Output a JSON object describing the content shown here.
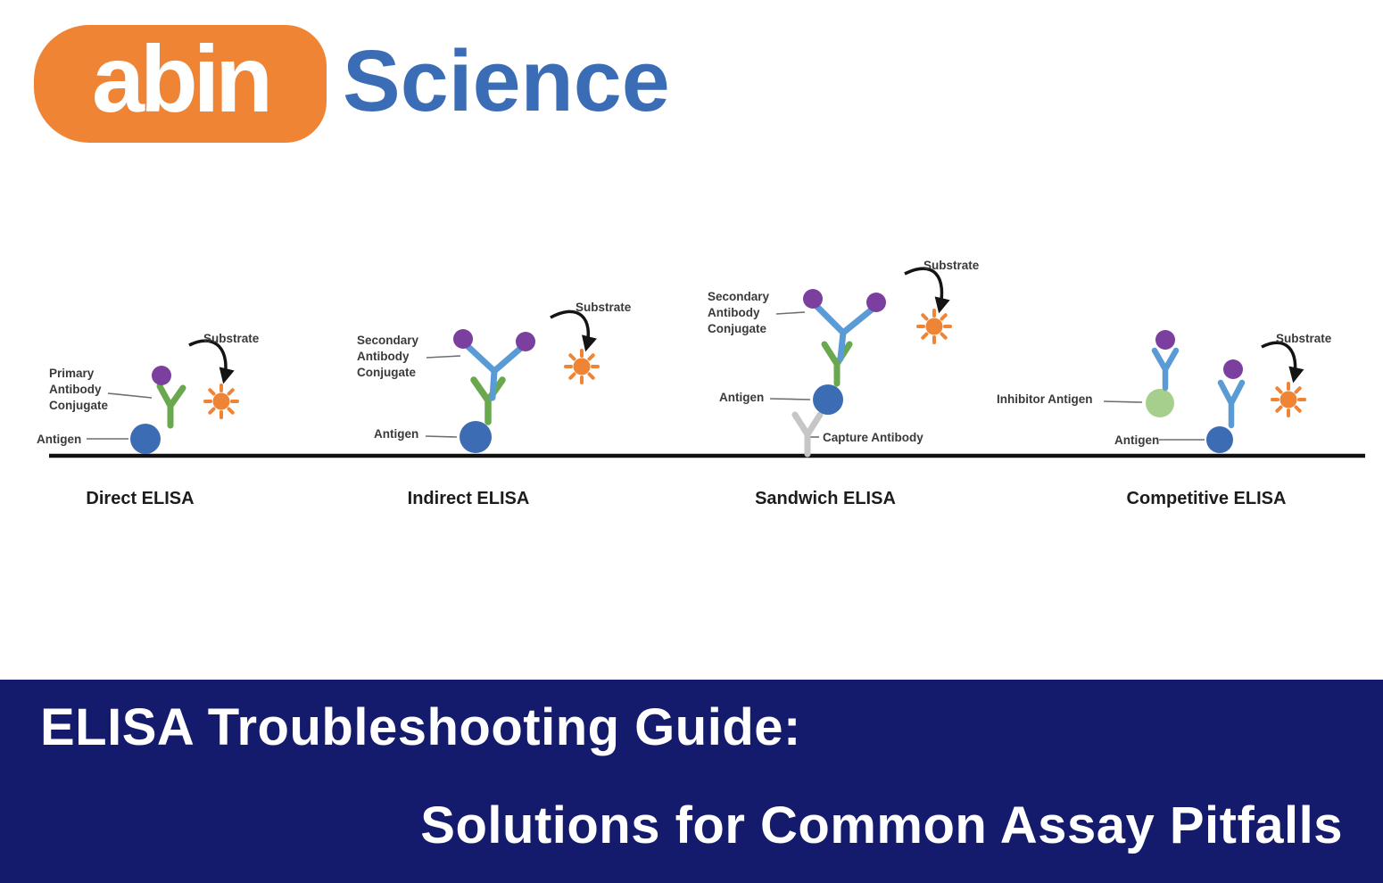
{
  "logo": {
    "brand": "abin",
    "suffix": "Science"
  },
  "colors": {
    "brand_orange": "#EE8434",
    "brand_blue": "#3A6DB6",
    "banner_navy": "#141B6D",
    "antibody_green": "#6AA84F",
    "antibody_blue": "#5B9BD5",
    "antigen_blue": "#3C6CB4",
    "inhibitor_green": "#A6CF8D",
    "capture_gray": "#C6C6C6",
    "conjugate_purple": "#7B3F9F",
    "substrate_orange": "#EE8434"
  },
  "diagrams": [
    {
      "title": "Direct ELISA",
      "labels": {
        "antibody": "Primary\nAntibody\nConjugate",
        "antigen": "Antigen",
        "substrate": "Substrate"
      }
    },
    {
      "title": "Indirect ELISA",
      "labels": {
        "antibody": "Secondary\nAntibody\nConjugate",
        "antigen": "Antigen",
        "substrate": "Substrate"
      }
    },
    {
      "title": "Sandwich ELISA",
      "labels": {
        "antibody": "Secondary\nAntibody\nConjugate",
        "antigen": "Antigen",
        "substrate": "Substrate",
        "capture": "Capture Antibody"
      }
    },
    {
      "title": "Competitive ELISA",
      "labels": {
        "inhibitor": "Inhibitor Antigen",
        "antigen": "Antigen",
        "substrate": "Substrate"
      }
    }
  ],
  "banner": {
    "line1": "ELISA Troubleshooting Guide:",
    "line2": "Solutions for Common Assay Pitfalls"
  }
}
